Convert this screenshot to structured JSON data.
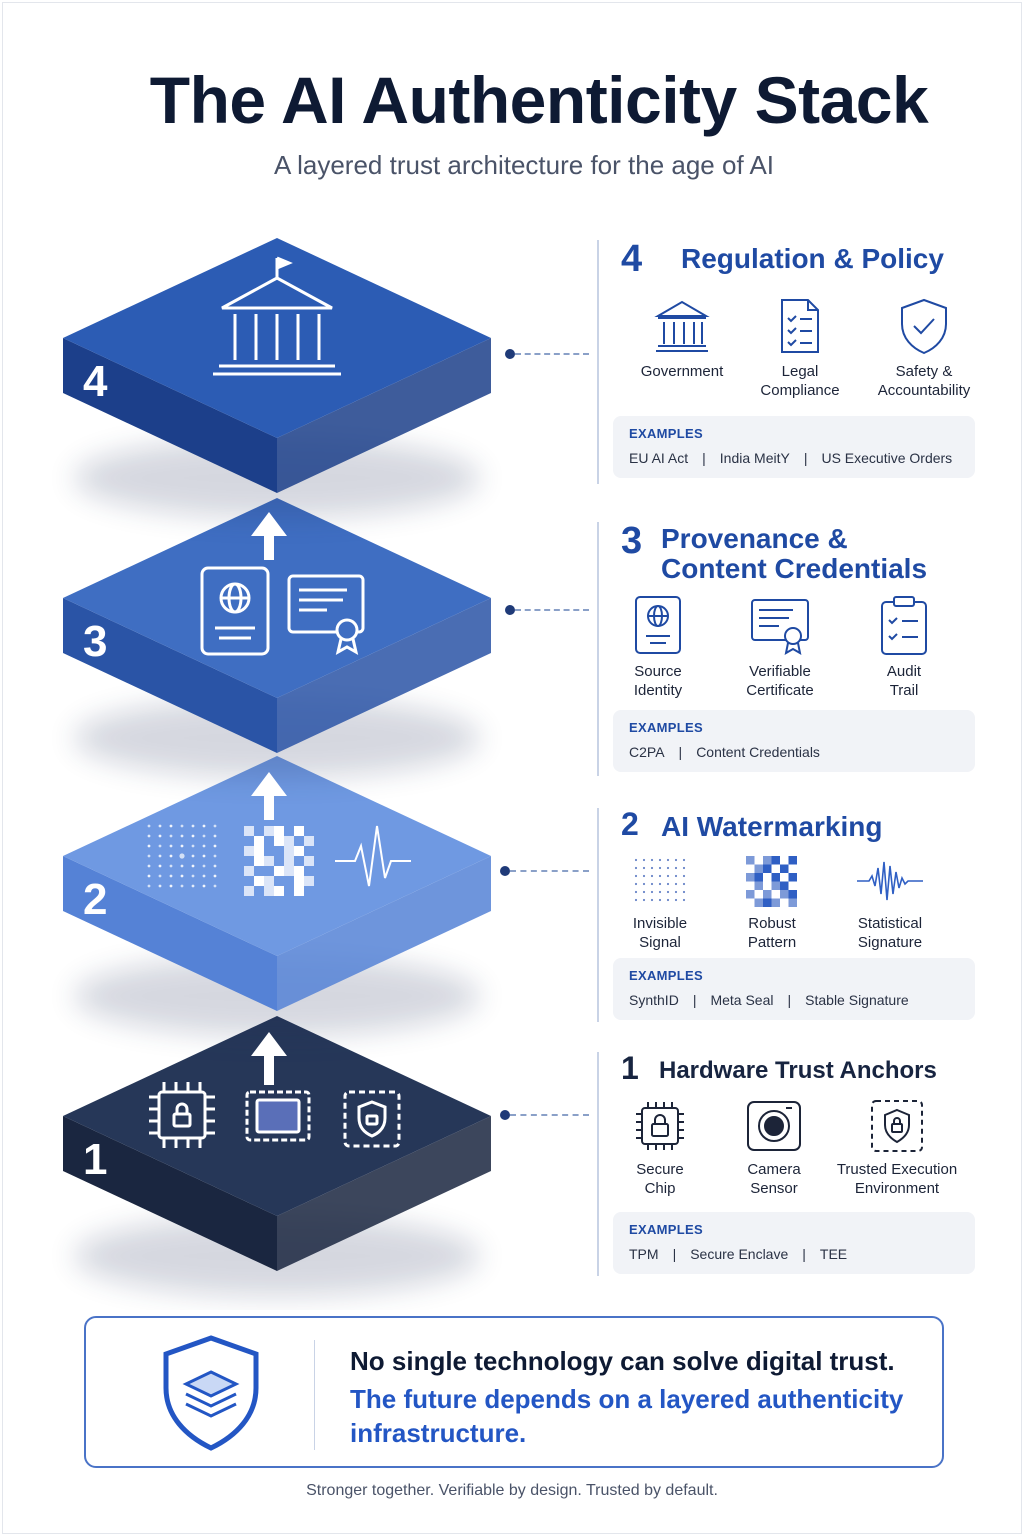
{
  "header": {
    "title": "The AI Authenticity Stack",
    "subtitle": "A layered trust architecture for the age of AI"
  },
  "stack": {
    "layers": [
      {
        "number": "4",
        "color_top": "#2c5cb4",
        "color_side": "#1c3f8a"
      },
      {
        "number": "3",
        "color_top": "#3f6ec2",
        "color_side": "#2a54a6"
      },
      {
        "number": "2",
        "color_top": "#6f99e2",
        "color_side": "#5582d6"
      },
      {
        "number": "1",
        "color_top": "#263758",
        "color_side": "#1a2640"
      }
    ]
  },
  "sections": [
    {
      "number": "4",
      "title": "Regulation & Policy",
      "icons": [
        {
          "icon": "government-building-icon",
          "label": "Government"
        },
        {
          "icon": "legal-document-icon",
          "label": "Legal\nCompliance"
        },
        {
          "icon": "shield-check-icon",
          "label": "Safety &\nAccountability"
        }
      ],
      "examples_label": "EXAMPLES",
      "examples": [
        "EU AI Act",
        "India MeitY",
        "US Executive Orders"
      ]
    },
    {
      "number": "3",
      "title": "Provenance &\nContent Credentials",
      "icons": [
        {
          "icon": "passport-icon",
          "label": "Source\nIdentity"
        },
        {
          "icon": "certificate-icon",
          "label": "Verifiable\nCertificate"
        },
        {
          "icon": "clipboard-check-icon",
          "label": "Audit\nTrail"
        }
      ],
      "examples_label": "EXAMPLES",
      "examples": [
        "C2PA",
        "Content Credentials"
      ]
    },
    {
      "number": "2",
      "title": "AI Watermarking",
      "icons": [
        {
          "icon": "dot-grid-icon",
          "label": "Invisible\nSignal"
        },
        {
          "icon": "pixel-pattern-icon",
          "label": "Robust\nPattern"
        },
        {
          "icon": "waveform-icon",
          "label": "Statistical\nSignature"
        }
      ],
      "examples_label": "EXAMPLES",
      "examples": [
        "SynthID",
        "Meta Seal",
        "Stable Signature"
      ]
    },
    {
      "number": "1",
      "title": "Hardware Trust Anchors",
      "icons": [
        {
          "icon": "chip-lock-icon",
          "label": "Secure\nChip"
        },
        {
          "icon": "camera-sensor-icon",
          "label": "Camera\nSensor"
        },
        {
          "icon": "tee-shield-icon",
          "label": "Trusted Execution\nEnvironment"
        }
      ],
      "examples_label": "EXAMPLES",
      "examples": [
        "TPM",
        "Secure Enclave",
        "TEE"
      ]
    }
  ],
  "callout": {
    "icon": "layered-shield-icon",
    "line1": "No single technology can solve digital trust.",
    "line2": "The future depends on a layered authenticity infrastructure."
  },
  "footer": {
    "text": "Stronger together. Verifiable by design. Trusted by default."
  },
  "colors": {
    "accent": "#1f4aa3",
    "dark": "#0e1a33"
  }
}
